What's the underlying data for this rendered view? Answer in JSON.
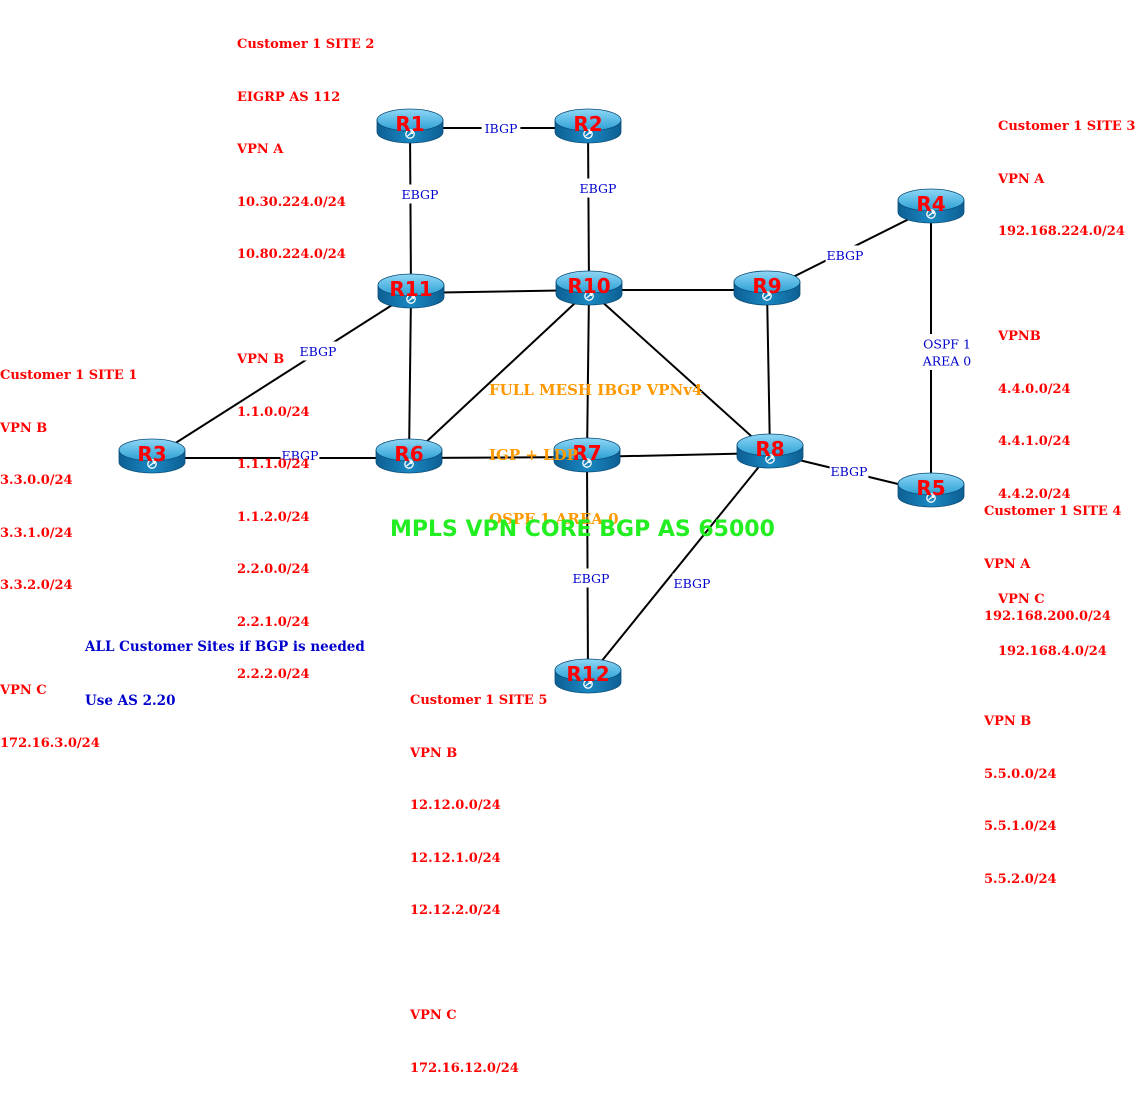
{
  "core_title": "MPLS VPN CORE BGP AS 65000",
  "core_info": [
    "FULL MESH IBGP VPNv4",
    "IGP + LDP",
    "OSPF 1 AREA 0"
  ],
  "note": [
    "ALL Customer Sites if BGP is needed",
    "Use AS 2.20"
  ],
  "sites": {
    "site2": [
      "Customer 1 SITE 2",
      "EIGRP AS 112",
      "VPN A",
      "10.30.224.0/24",
      "10.80.224.0/24",
      "",
      "VPN B",
      "1.1.0.0/24",
      "1.1.1.0/24",
      "1.1.2.0/24",
      "2.2.0.0/24",
      "2.2.1.0/24",
      "2.2.2.0/24"
    ],
    "site3": [
      "Customer 1 SITE 3",
      "VPN A",
      "192.168.224.0/24",
      "",
      "VPNB",
      "4.4.0.0/24",
      "4.4.1.0/24",
      "4.4.2.0/24",
      "",
      "VPN C",
      "192.168.4.0/24"
    ],
    "site1": [
      "Customer 1 SITE 1",
      "VPN B",
      "3.3.0.0/24",
      "3.3.1.0/24",
      "3.3.2.0/24",
      "",
      "VPN C",
      "172.16.3.0/24"
    ],
    "site4": [
      "Customer 1 SITE 4",
      "VPN A",
      "192.168.200.0/24",
      "",
      "VPN B",
      "5.5.0.0/24",
      "5.5.1.0/24",
      "5.5.2.0/24"
    ],
    "site5": [
      "Customer 1 SITE 5",
      "VPN B",
      "12.12.0.0/24",
      "12.12.1.0/24",
      "12.12.2.0/24",
      "",
      "VPN C",
      "172.16.12.0/24"
    ]
  },
  "routers": [
    {
      "id": "R1",
      "label": "R1"
    },
    {
      "id": "R2",
      "label": "R2"
    },
    {
      "id": "R3",
      "label": "R3"
    },
    {
      "id": "R4",
      "label": "R4"
    },
    {
      "id": "R5",
      "label": "R5"
    },
    {
      "id": "R6",
      "label": "R6"
    },
    {
      "id": "R7",
      "label": "R7"
    },
    {
      "id": "R8",
      "label": "R8"
    },
    {
      "id": "R9",
      "label": "R9"
    },
    {
      "id": "R10",
      "label": "R10"
    },
    {
      "id": "R11",
      "label": "R11"
    },
    {
      "id": "R12",
      "label": "R12"
    }
  ],
  "links": [
    {
      "a": "R1",
      "b": "R2",
      "label": "IBGP"
    },
    {
      "a": "R1",
      "b": "R11",
      "label": "EBGP"
    },
    {
      "a": "R2",
      "b": "R10",
      "label": "EBGP"
    },
    {
      "a": "R11",
      "b": "R3",
      "label": "EBGP"
    },
    {
      "a": "R3",
      "b": "R6",
      "label": "EBGP"
    },
    {
      "a": "R9",
      "b": "R4",
      "label": "EBGP"
    },
    {
      "a": "R4",
      "b": "R5",
      "label": "OSPF 1\nAREA 0"
    },
    {
      "a": "R8",
      "b": "R5",
      "label": "EBGP"
    },
    {
      "a": "R7",
      "b": "R12",
      "label": "EBGP"
    },
    {
      "a": "R8",
      "b": "R12",
      "label": "EBGP"
    },
    {
      "a": "R11",
      "b": "R10",
      "label": ""
    },
    {
      "a": "R10",
      "b": "R9",
      "label": ""
    },
    {
      "a": "R11",
      "b": "R6",
      "label": ""
    },
    {
      "a": "R10",
      "b": "R6",
      "label": ""
    },
    {
      "a": "R10",
      "b": "R7",
      "label": ""
    },
    {
      "a": "R10",
      "b": "R8",
      "label": ""
    },
    {
      "a": "R9",
      "b": "R8",
      "label": ""
    },
    {
      "a": "R6",
      "b": "R7",
      "label": ""
    },
    {
      "a": "R7",
      "b": "R8",
      "label": ""
    }
  ],
  "colors": {
    "router_top": "#2ea3d6",
    "router_side": "#0f6fa8",
    "router_label": "#ff0000",
    "site_text": "#ff0000",
    "link_label": "#0000cc",
    "core_info": "#ff9900",
    "core_title": "#22ee22",
    "line": "#000000"
  }
}
